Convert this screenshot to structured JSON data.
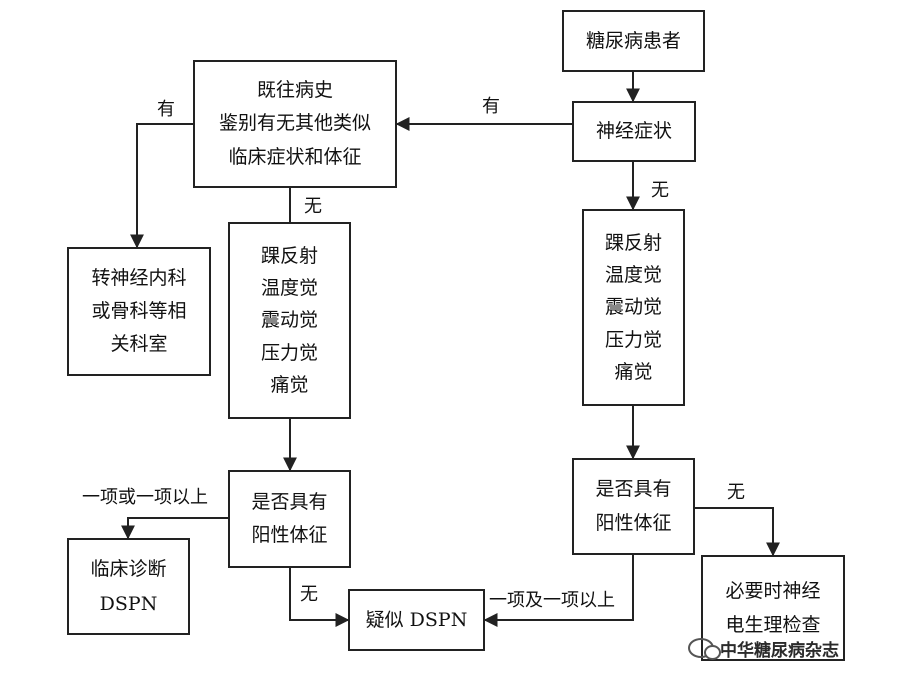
{
  "nodes": {
    "patient": "糖尿病患者",
    "symptoms": "神经症状",
    "history": [
      "既往病史",
      "鉴别有无其他类似",
      "临床症状和体征"
    ],
    "referral": [
      "转神经内科",
      "或骨科等相",
      "关科室"
    ],
    "exam_left": [
      "踝反射",
      "温度觉",
      "震动觉",
      "压力觉",
      "痛觉"
    ],
    "exam_right": [
      "踝反射",
      "温度觉",
      "震动觉",
      "压力觉",
      "痛觉"
    ],
    "positive_left": [
      "是否具有",
      "阳性体征"
    ],
    "positive_right": [
      "是否具有",
      "阳性体征"
    ],
    "clinical_dx": [
      "临床诊断",
      "DSPN"
    ],
    "suspected": "疑似 DSPN",
    "electrophys": [
      "必要时神经",
      "电生理检查"
    ]
  },
  "edge_labels": {
    "yes_history": "有",
    "yes_referral": "有",
    "no_left": "无",
    "no_right": "无",
    "one_or_more_left": "一项或一项以上",
    "no_suspected": "无",
    "one_and_more_right": "一项及一项以上",
    "no_electrophys": "无"
  },
  "watermark": "中华糖尿病杂志",
  "colors": {
    "line": "#222222",
    "background": "#ffffff"
  }
}
